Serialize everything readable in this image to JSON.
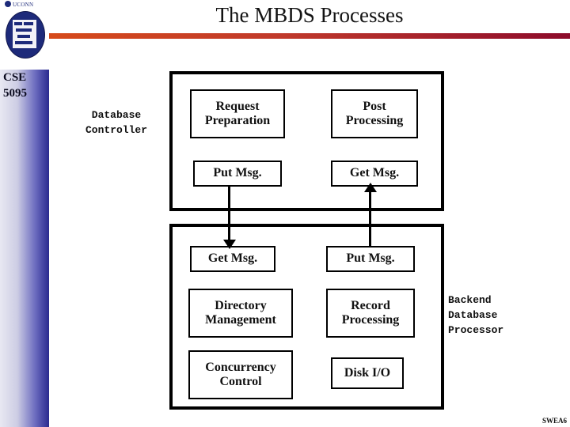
{
  "slide": {
    "title": "The MBDS Processes",
    "footer_code": "SWEA6",
    "accent_color": "#c0392b",
    "sidebar_color": "#2b2b8f"
  },
  "sidebar": {
    "logo_text": "UCONN",
    "course_lines": [
      "CSE",
      "5095"
    ]
  },
  "labels": {
    "database_controller": "Database\nController",
    "backend_processor": "Backend\nDatabase\nProcessor"
  },
  "diagram": {
    "top_panel": {
      "name": "database-controller-panel",
      "nodes": [
        {
          "id": "request-preparation",
          "text": "Request\nPreparation"
        },
        {
          "id": "post-processing",
          "text": "Post\nProcessing"
        },
        {
          "id": "put-msg-top",
          "text": "Put Msg."
        },
        {
          "id": "get-msg-top",
          "text": "Get Msg."
        }
      ]
    },
    "bottom_panel": {
      "name": "backend-database-processor-panel",
      "nodes": [
        {
          "id": "get-msg-bottom",
          "text": "Get Msg."
        },
        {
          "id": "put-msg-bottom",
          "text": "Put Msg."
        },
        {
          "id": "directory-management",
          "text": "Directory\nManagement"
        },
        {
          "id": "record-processing",
          "text": "Record\nProcessing"
        },
        {
          "id": "concurrency-control",
          "text": "Concurrency\nControl"
        },
        {
          "id": "disk-io",
          "text": "Disk I/O"
        }
      ]
    },
    "connectors": [
      {
        "id": "put-to-get-down",
        "from": "put-msg-top",
        "to": "get-msg-bottom",
        "direction": "down"
      },
      {
        "id": "put-to-get-up",
        "from": "put-msg-bottom",
        "to": "get-msg-top",
        "direction": "up"
      }
    ]
  }
}
